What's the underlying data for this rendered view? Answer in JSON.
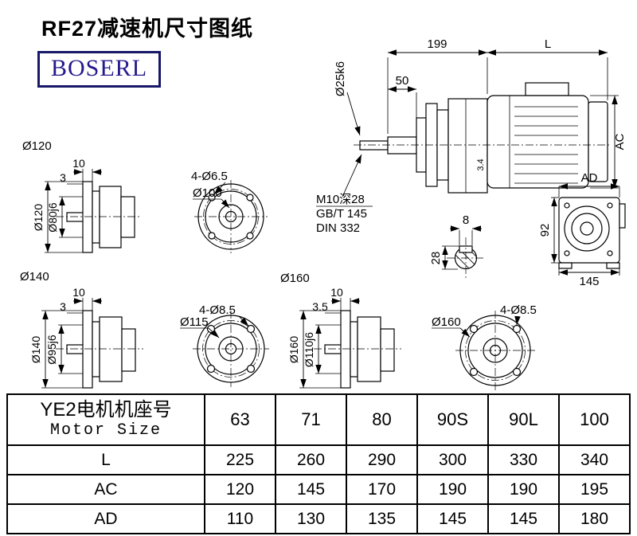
{
  "page": {
    "title": "RF27减速机尺寸图纸",
    "logo": "BOSERL"
  },
  "colors": {
    "logo_text": "#241a8c",
    "logo_border": "#181868",
    "line": "#000000",
    "background": "#ffffff"
  },
  "drawings": {
    "main": {
      "dim199": "199",
      "dimL": "L",
      "dim50": "50",
      "shaft_dia": "Ø25k6",
      "ac": "AC",
      "gap": "3.4",
      "note1": "M10深28",
      "note2": "GB/T 145",
      "note3": "DIN 332"
    },
    "side120": {
      "title": "Ø120",
      "dim10": "10",
      "dim3": "3",
      "flange": "Ø120",
      "spigot": "Ø80j6"
    },
    "front100": {
      "holes": "4-Ø6.5",
      "dia": "Ø100"
    },
    "rightview": {
      "ad": "AD",
      "height": "92",
      "width": "145"
    },
    "section": {
      "key_width": "8",
      "depth": "28"
    },
    "side140": {
      "title": "Ø140",
      "dim10": "10",
      "dim3": "3",
      "flange": "Ø140",
      "spigot": "Ø95j6"
    },
    "front115": {
      "holes": "4-Ø8.5",
      "dia": "Ø115"
    },
    "side160": {
      "title": "Ø160",
      "dim10": "10",
      "dim35": "3.5",
      "flange": "Ø160",
      "spigot": "Ø110j6"
    },
    "front160": {
      "holes": "4-Ø8.5",
      "dia": "Ø160"
    }
  },
  "table": {
    "header": {
      "cn": "YE2电机机座号",
      "en": "Motor Size"
    },
    "columns": [
      "63",
      "71",
      "80",
      "90S",
      "90L",
      "100"
    ],
    "rows": [
      {
        "label": "L",
        "values": [
          "225",
          "260",
          "290",
          "300",
          "330",
          "340"
        ]
      },
      {
        "label": "AC",
        "values": [
          "120",
          "145",
          "170",
          "190",
          "190",
          "195"
        ]
      },
      {
        "label": "AD",
        "values": [
          "110",
          "130",
          "135",
          "145",
          "145",
          "180"
        ]
      }
    ]
  }
}
